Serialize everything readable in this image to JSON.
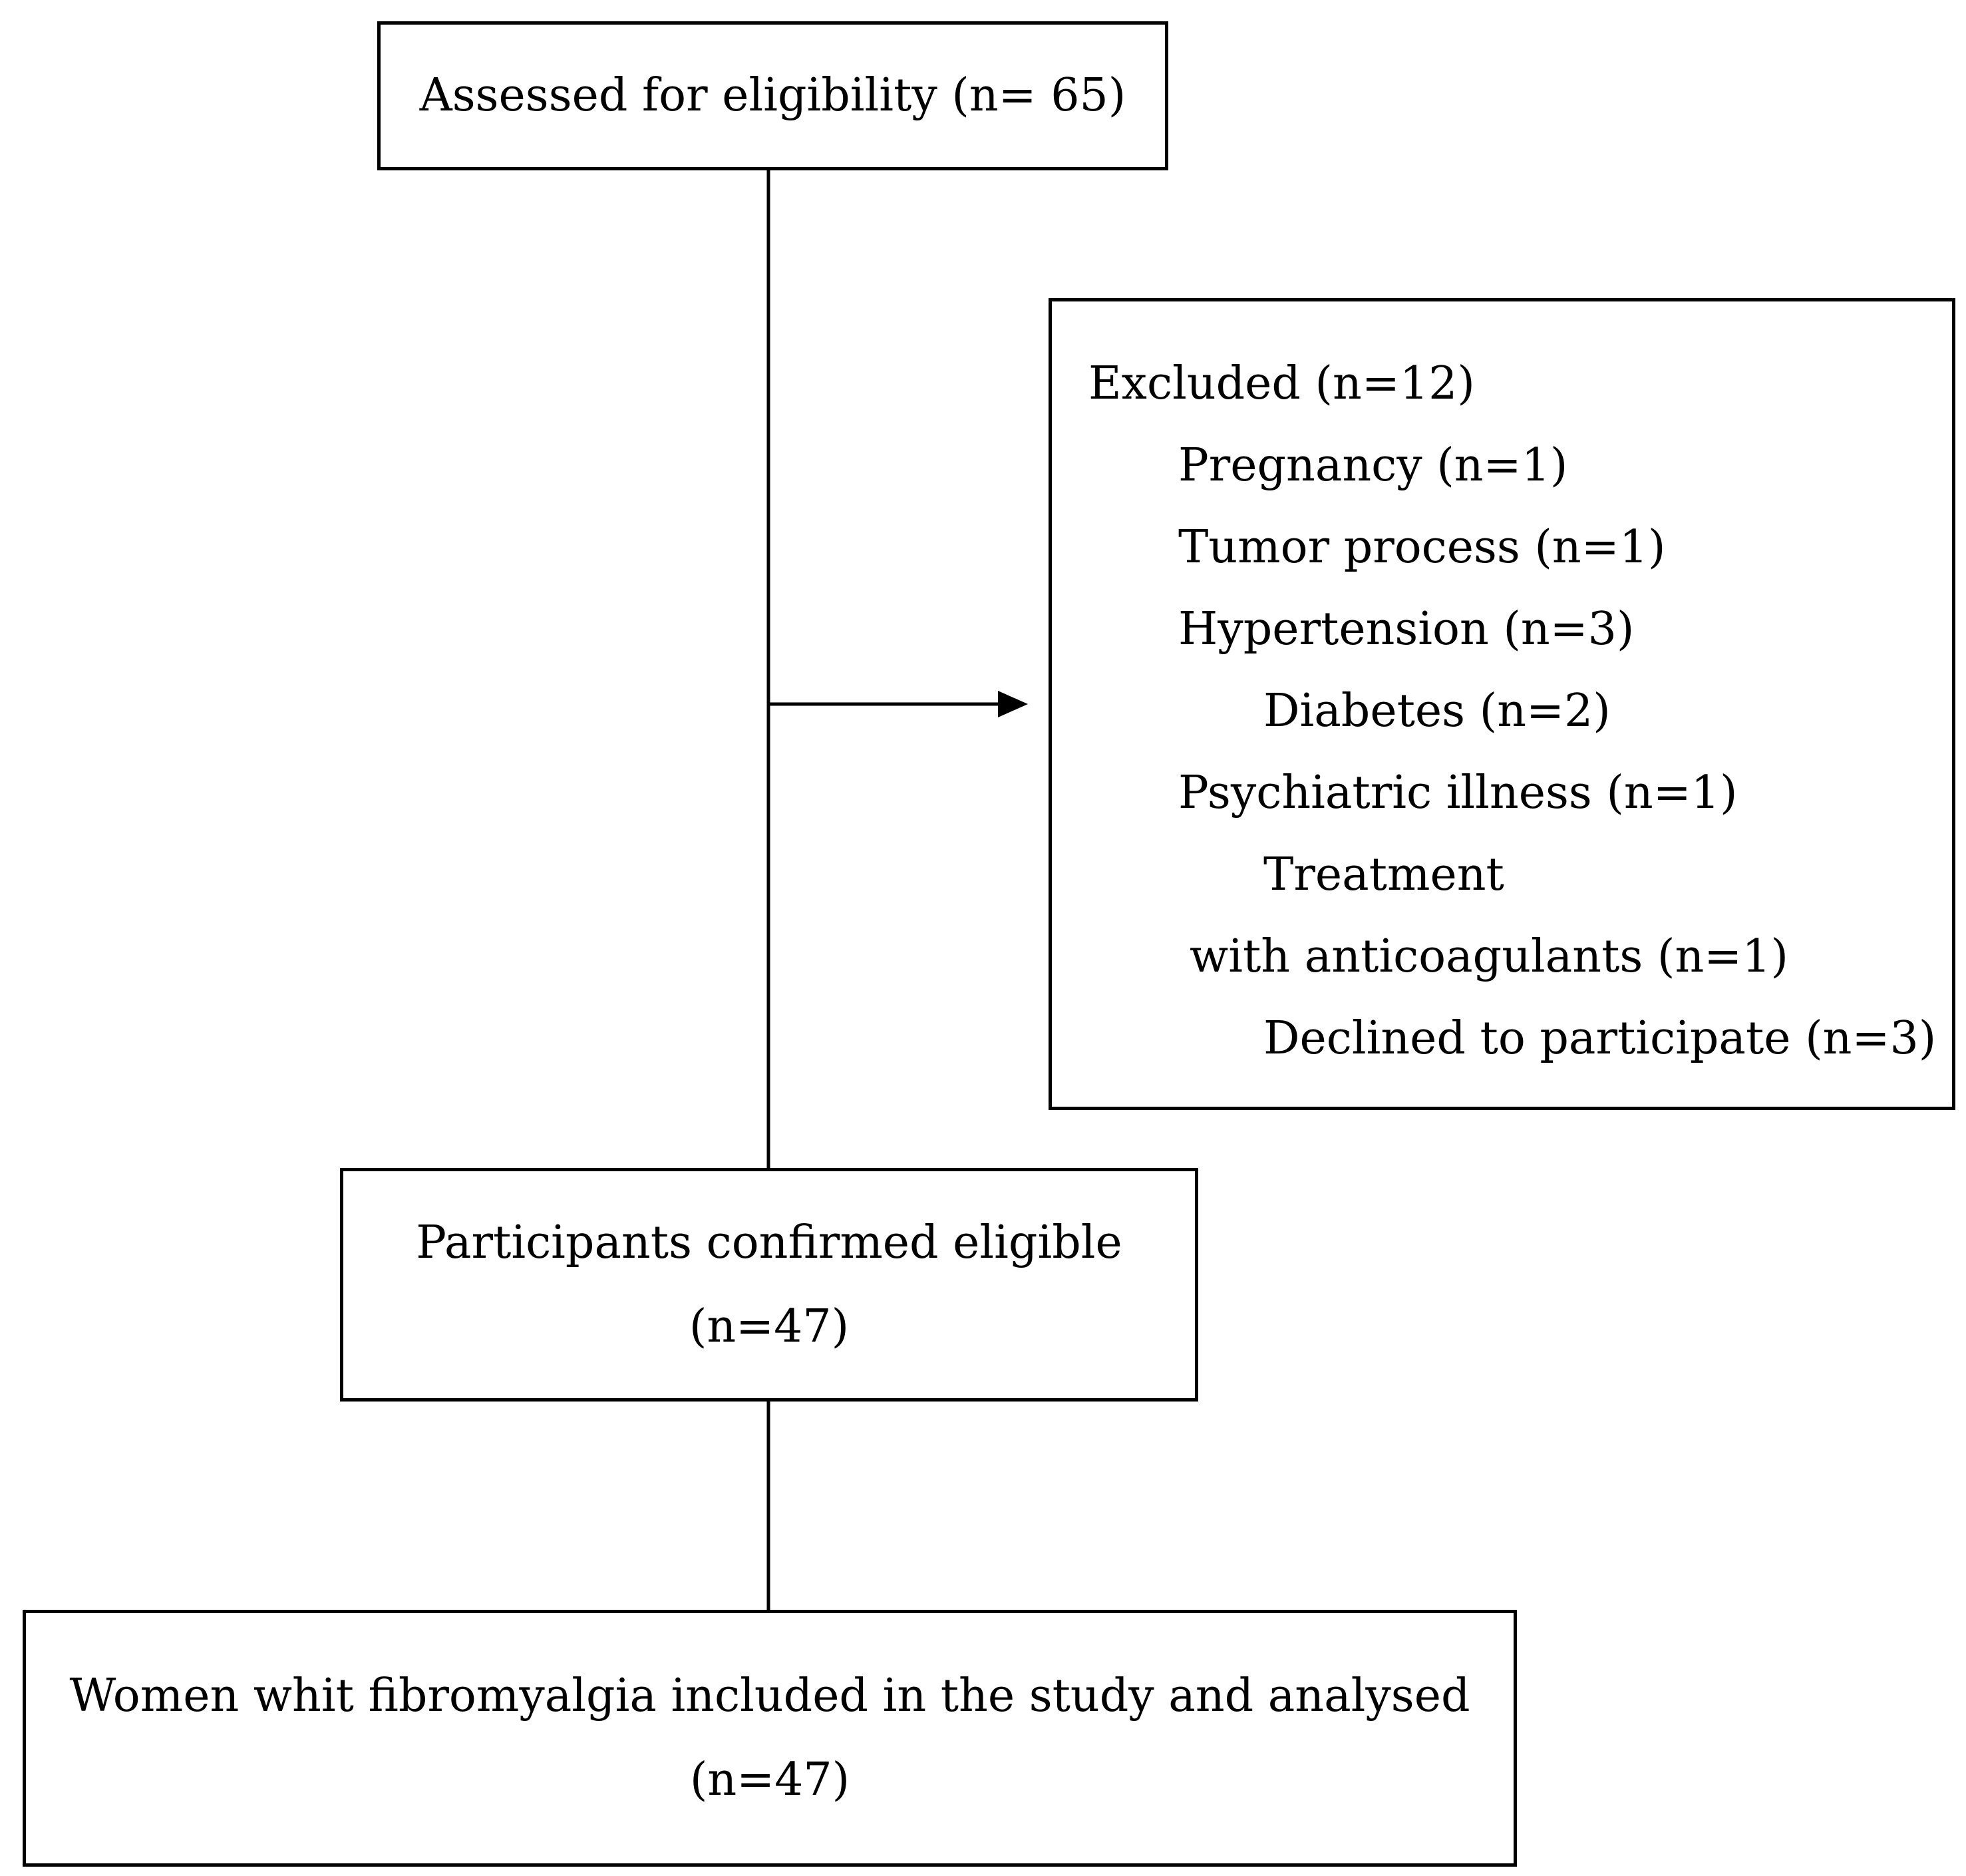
{
  "flowchart": {
    "assessed": {
      "text": "Assessed for eligibility (n= 65)"
    },
    "excluded": {
      "title": "Excluded (n=12)",
      "reasons": [
        "Pregnancy (n=1)",
        "Tumor process (n=1)",
        "Hypertension (n=3)",
        "Diabetes (n=2)",
        "Psychiatric illness (n=1)",
        "Treatment",
        "with anticoagulants (n=1)",
        "Declined to participate (n=3)"
      ]
    },
    "confirmed": {
      "line1": "Participants confirmed eligible",
      "line2": "(n=47)"
    },
    "included": {
      "line1": "Women whit fibromyalgia included in the study and analysed",
      "line2": "(n=47)"
    }
  }
}
